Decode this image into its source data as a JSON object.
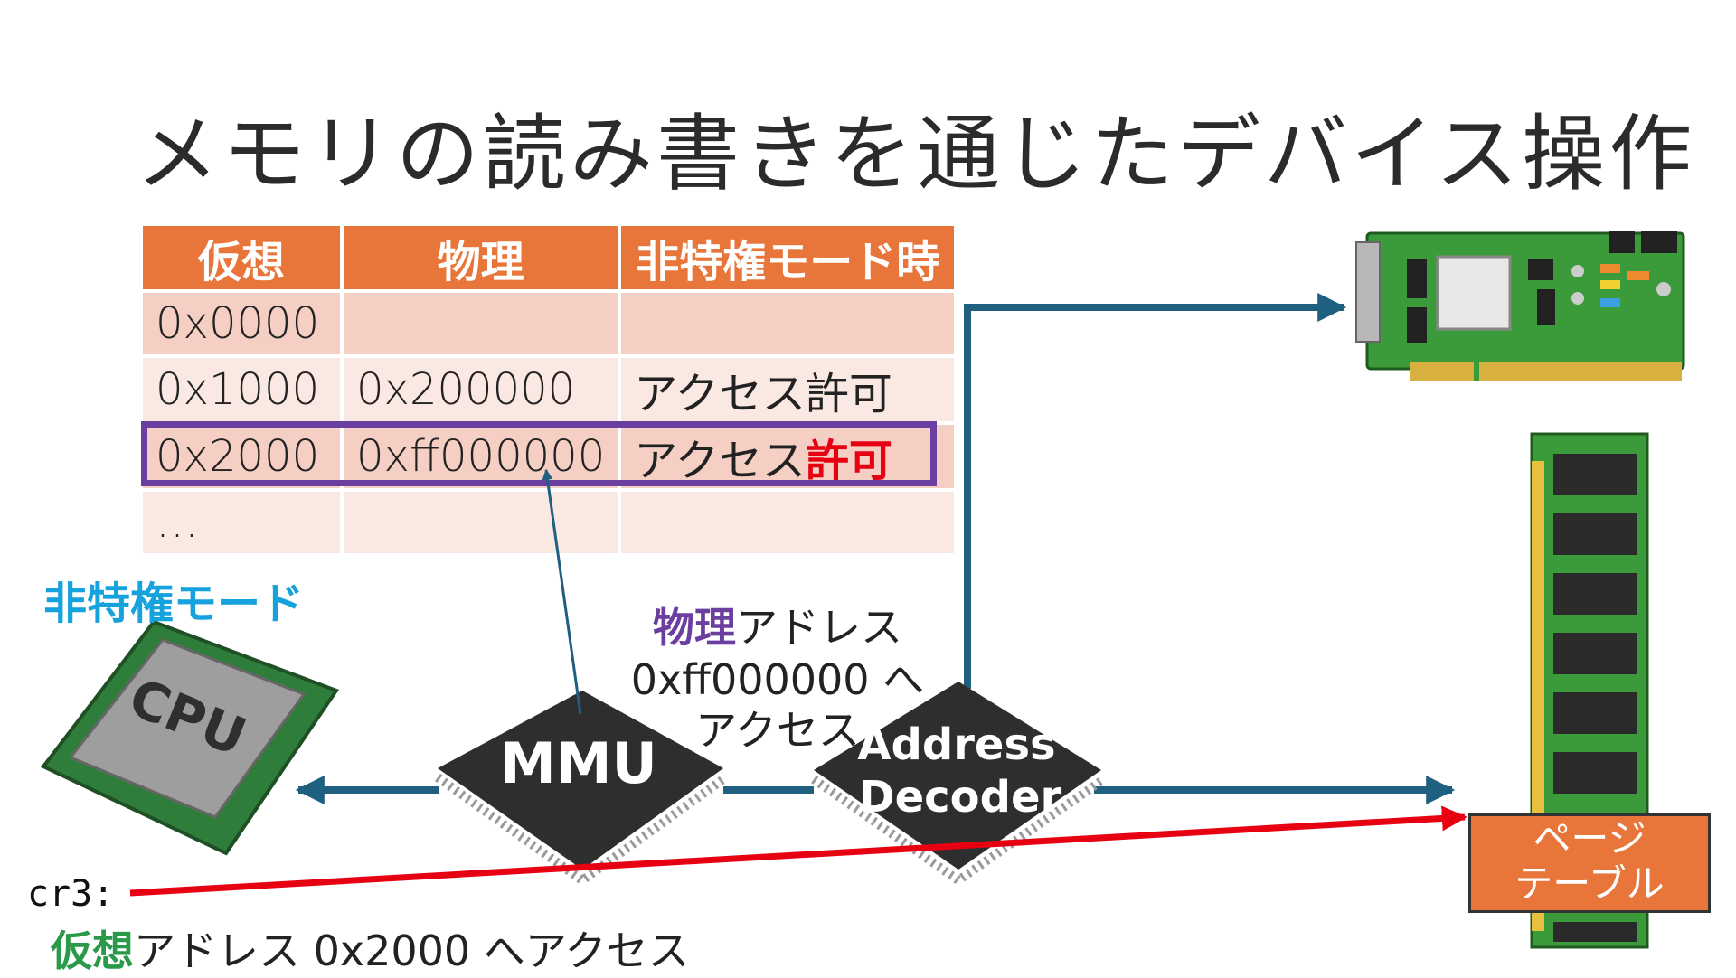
{
  "title": "メモリの読み書きを通じたデバイス操作",
  "table": {
    "headers": [
      "仮想",
      "物理",
      "非特権モード時"
    ],
    "rows": [
      [
        "0x0000",
        "",
        ""
      ],
      [
        "0x1000",
        "0x200000",
        "アクセス許可"
      ],
      [
        "0x2000",
        "0xff000000",
        "アクセス",
        "許可"
      ],
      [
        "…",
        "",
        ""
      ]
    ]
  },
  "mode_label": "非特権モード",
  "physical_access": {
    "emph": "物理",
    "rest": "アドレス",
    "line2": "0xff000000 へ",
    "line3": "アクセス"
  },
  "chips": {
    "mmu": "MMU",
    "decoder_line1": "Address",
    "decoder_line2": "Decoder",
    "cpu": "CPU"
  },
  "cr3": "cr3:",
  "virtual_access": {
    "emph": "仮想",
    "rest": "アドレス 0x2000 へアクセス"
  },
  "page_table": {
    "line1": "ページ",
    "line2": "テーブル"
  },
  "colors": {
    "header": "#e8763a",
    "highlight": "#6b3fa0",
    "arrow_blue": "#1f5f80",
    "arrow_red": "#e60012",
    "mode": "#16a2dc",
    "virtual": "#2a9a4a"
  }
}
